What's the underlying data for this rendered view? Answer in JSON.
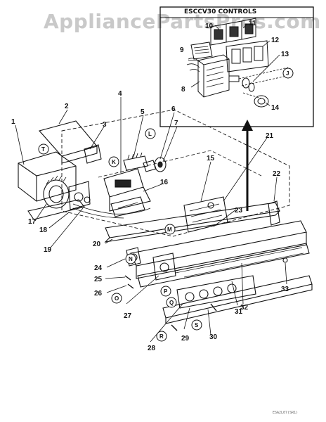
{
  "watermark": "AppliancePartsPros.com",
  "inset": {
    "title": "ESCCV30 CONTROLS"
  },
  "footer": {
    "code": "ESA2L07(SR1)"
  },
  "callouts": {
    "n1": "1",
    "n2": "2",
    "n3": "3",
    "n4": "4",
    "n5": "5",
    "n6": "6",
    "n7": "7",
    "n8": "8",
    "n9": "9",
    "n10": "10",
    "n11": "11",
    "n12": "12",
    "n13": "13",
    "n14": "14",
    "n15": "15",
    "n16": "16",
    "n17": "17",
    "n18": "18",
    "n19": "19",
    "n20": "20",
    "n21": "21",
    "n22": "22",
    "n23": "23",
    "n24": "24",
    "n25": "25",
    "n26": "26",
    "n27": "27",
    "n28": "28",
    "n29": "29",
    "n30": "30",
    "n31": "31",
    "n32": "32",
    "n33": "33"
  },
  "circle_letters": {
    "T": "T",
    "K": "K",
    "L": "L",
    "J": "J",
    "M": "M",
    "N": "N",
    "O": "O",
    "P": "P",
    "Q": "Q",
    "R": "R",
    "S": "S"
  }
}
